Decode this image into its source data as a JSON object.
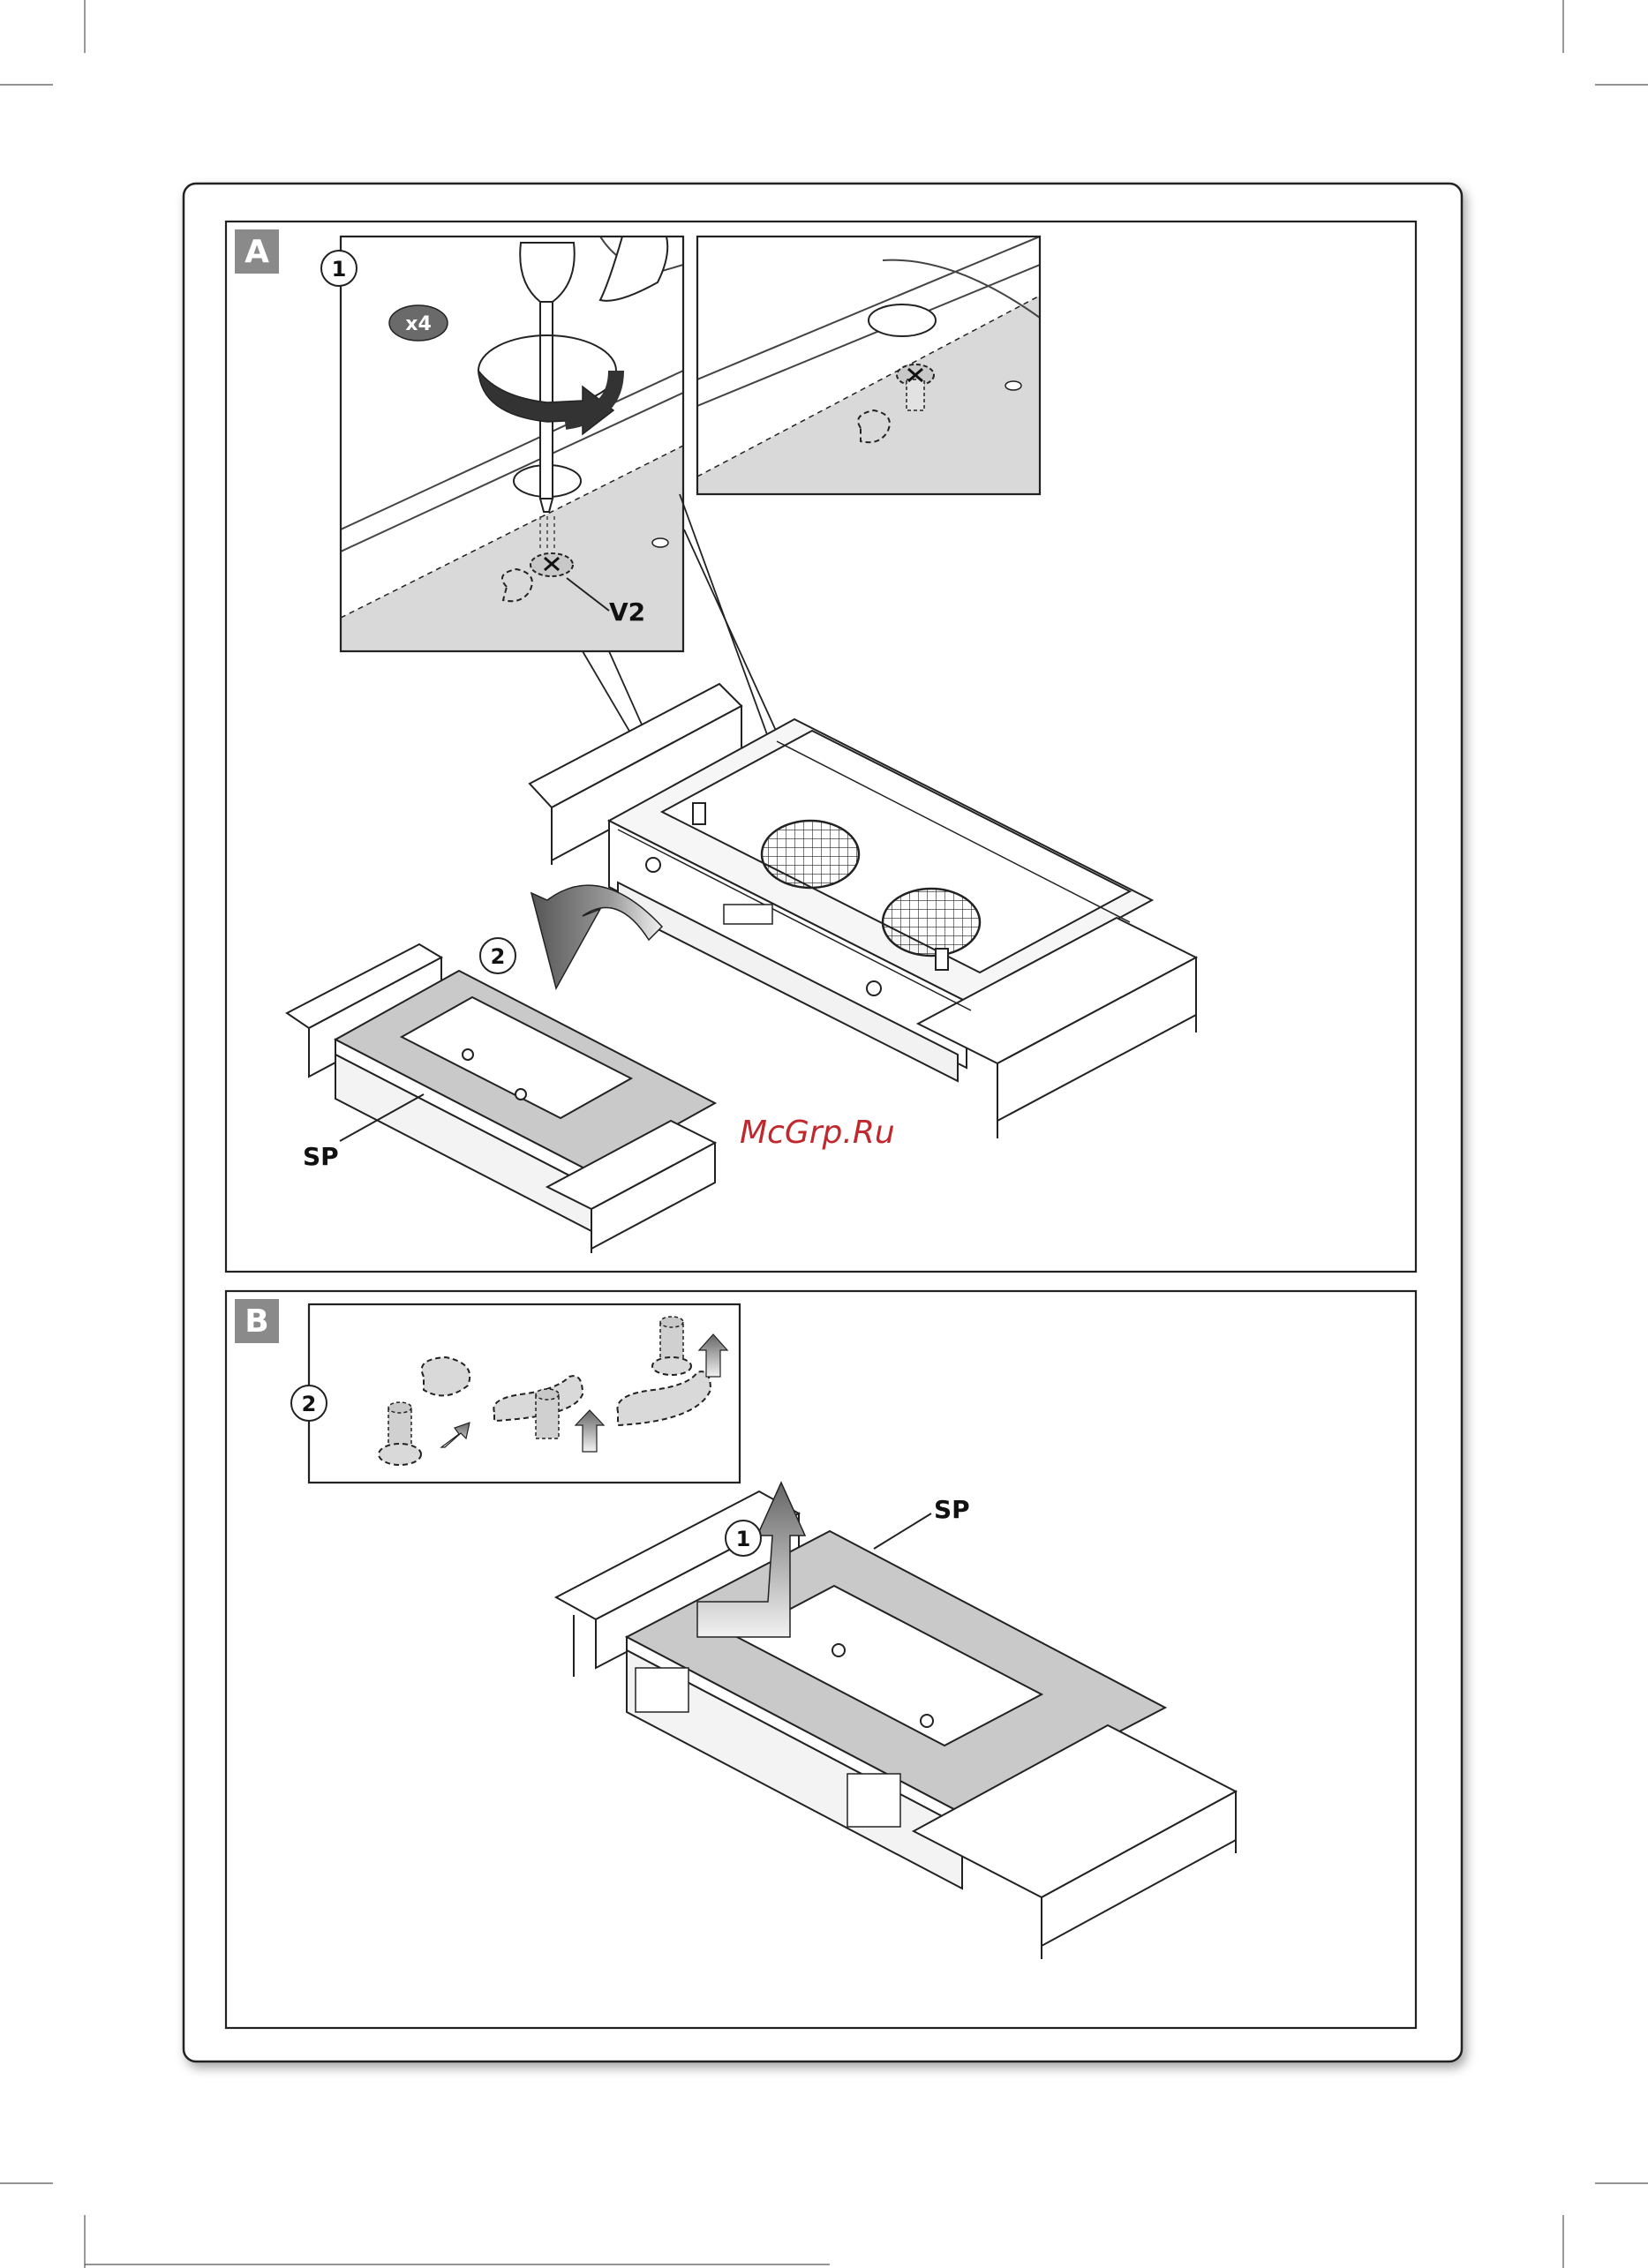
{
  "panels": {
    "a": {
      "letter": "A"
    },
    "b": {
      "letter": "B"
    }
  },
  "steps": {
    "a_step1": "1",
    "a_step2": "2",
    "b_step1": "1",
    "b_step2": "2"
  },
  "labels": {
    "quantity": "x4",
    "screw": "V2",
    "plate_a": "SP",
    "plate_b": "SP"
  },
  "watermark": "McGrp.Ru",
  "colors": {
    "panel_letter_bg": "#8a8a8a",
    "shade": "#d9d9d9",
    "line": "#1a1a1a",
    "watermark": "#c0282d"
  }
}
